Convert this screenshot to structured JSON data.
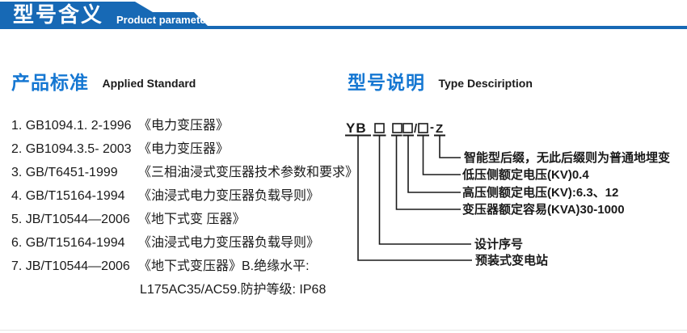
{
  "colors": {
    "header_blue": "#1769b5",
    "accent_blue": "#1577d2",
    "ink": "#1a1a1a"
  },
  "header": {
    "title_cn": "型号含义",
    "subtitle_en": "Product parameters"
  },
  "applied_standard": {
    "title_cn": "产品标准",
    "title_en": "Applied Standard",
    "items": [
      {
        "code": "1. GB1094.1. 2-1996",
        "name": "《电力变压器》"
      },
      {
        "code": "2. GB1094.3.5- 2003",
        "name": "《电力变压器》"
      },
      {
        "code": "3. GB/T6451-1999",
        "name": "《三相油浸式变压器技术参数和要求》"
      },
      {
        "code": "4. GB/T15164-1994",
        "name": "《油浸式电力变压器负载导则》"
      },
      {
        "code": "5. JB/T10544—2006",
        "name": "《地下式变 压器》"
      },
      {
        "code": "6. GB/T15164-1994",
        "name": "《油浸式电力变压器负载导则》"
      },
      {
        "code": "7. JB/T10544—2006",
        "name": "《地下式变压器》B.绝缘水平:"
      }
    ],
    "continuation": "L175AC35/AC59.防护等级: IP68"
  },
  "type_description": {
    "title_cn": "型号说明",
    "title_en": "Type Desciription",
    "model": {
      "prefix": "YB",
      "box": "□",
      "slash": "/",
      "dash": "-",
      "suffix": "Z"
    },
    "labels": [
      "智能型后缀，无此后缀则为普通地埋变",
      "低压侧额定电压(KV)0.4",
      "高压侧额定电压(KV):6.3、12",
      "变压器额定容易(KVA)30-1000",
      "设计序号",
      "预装式变电站"
    ]
  }
}
